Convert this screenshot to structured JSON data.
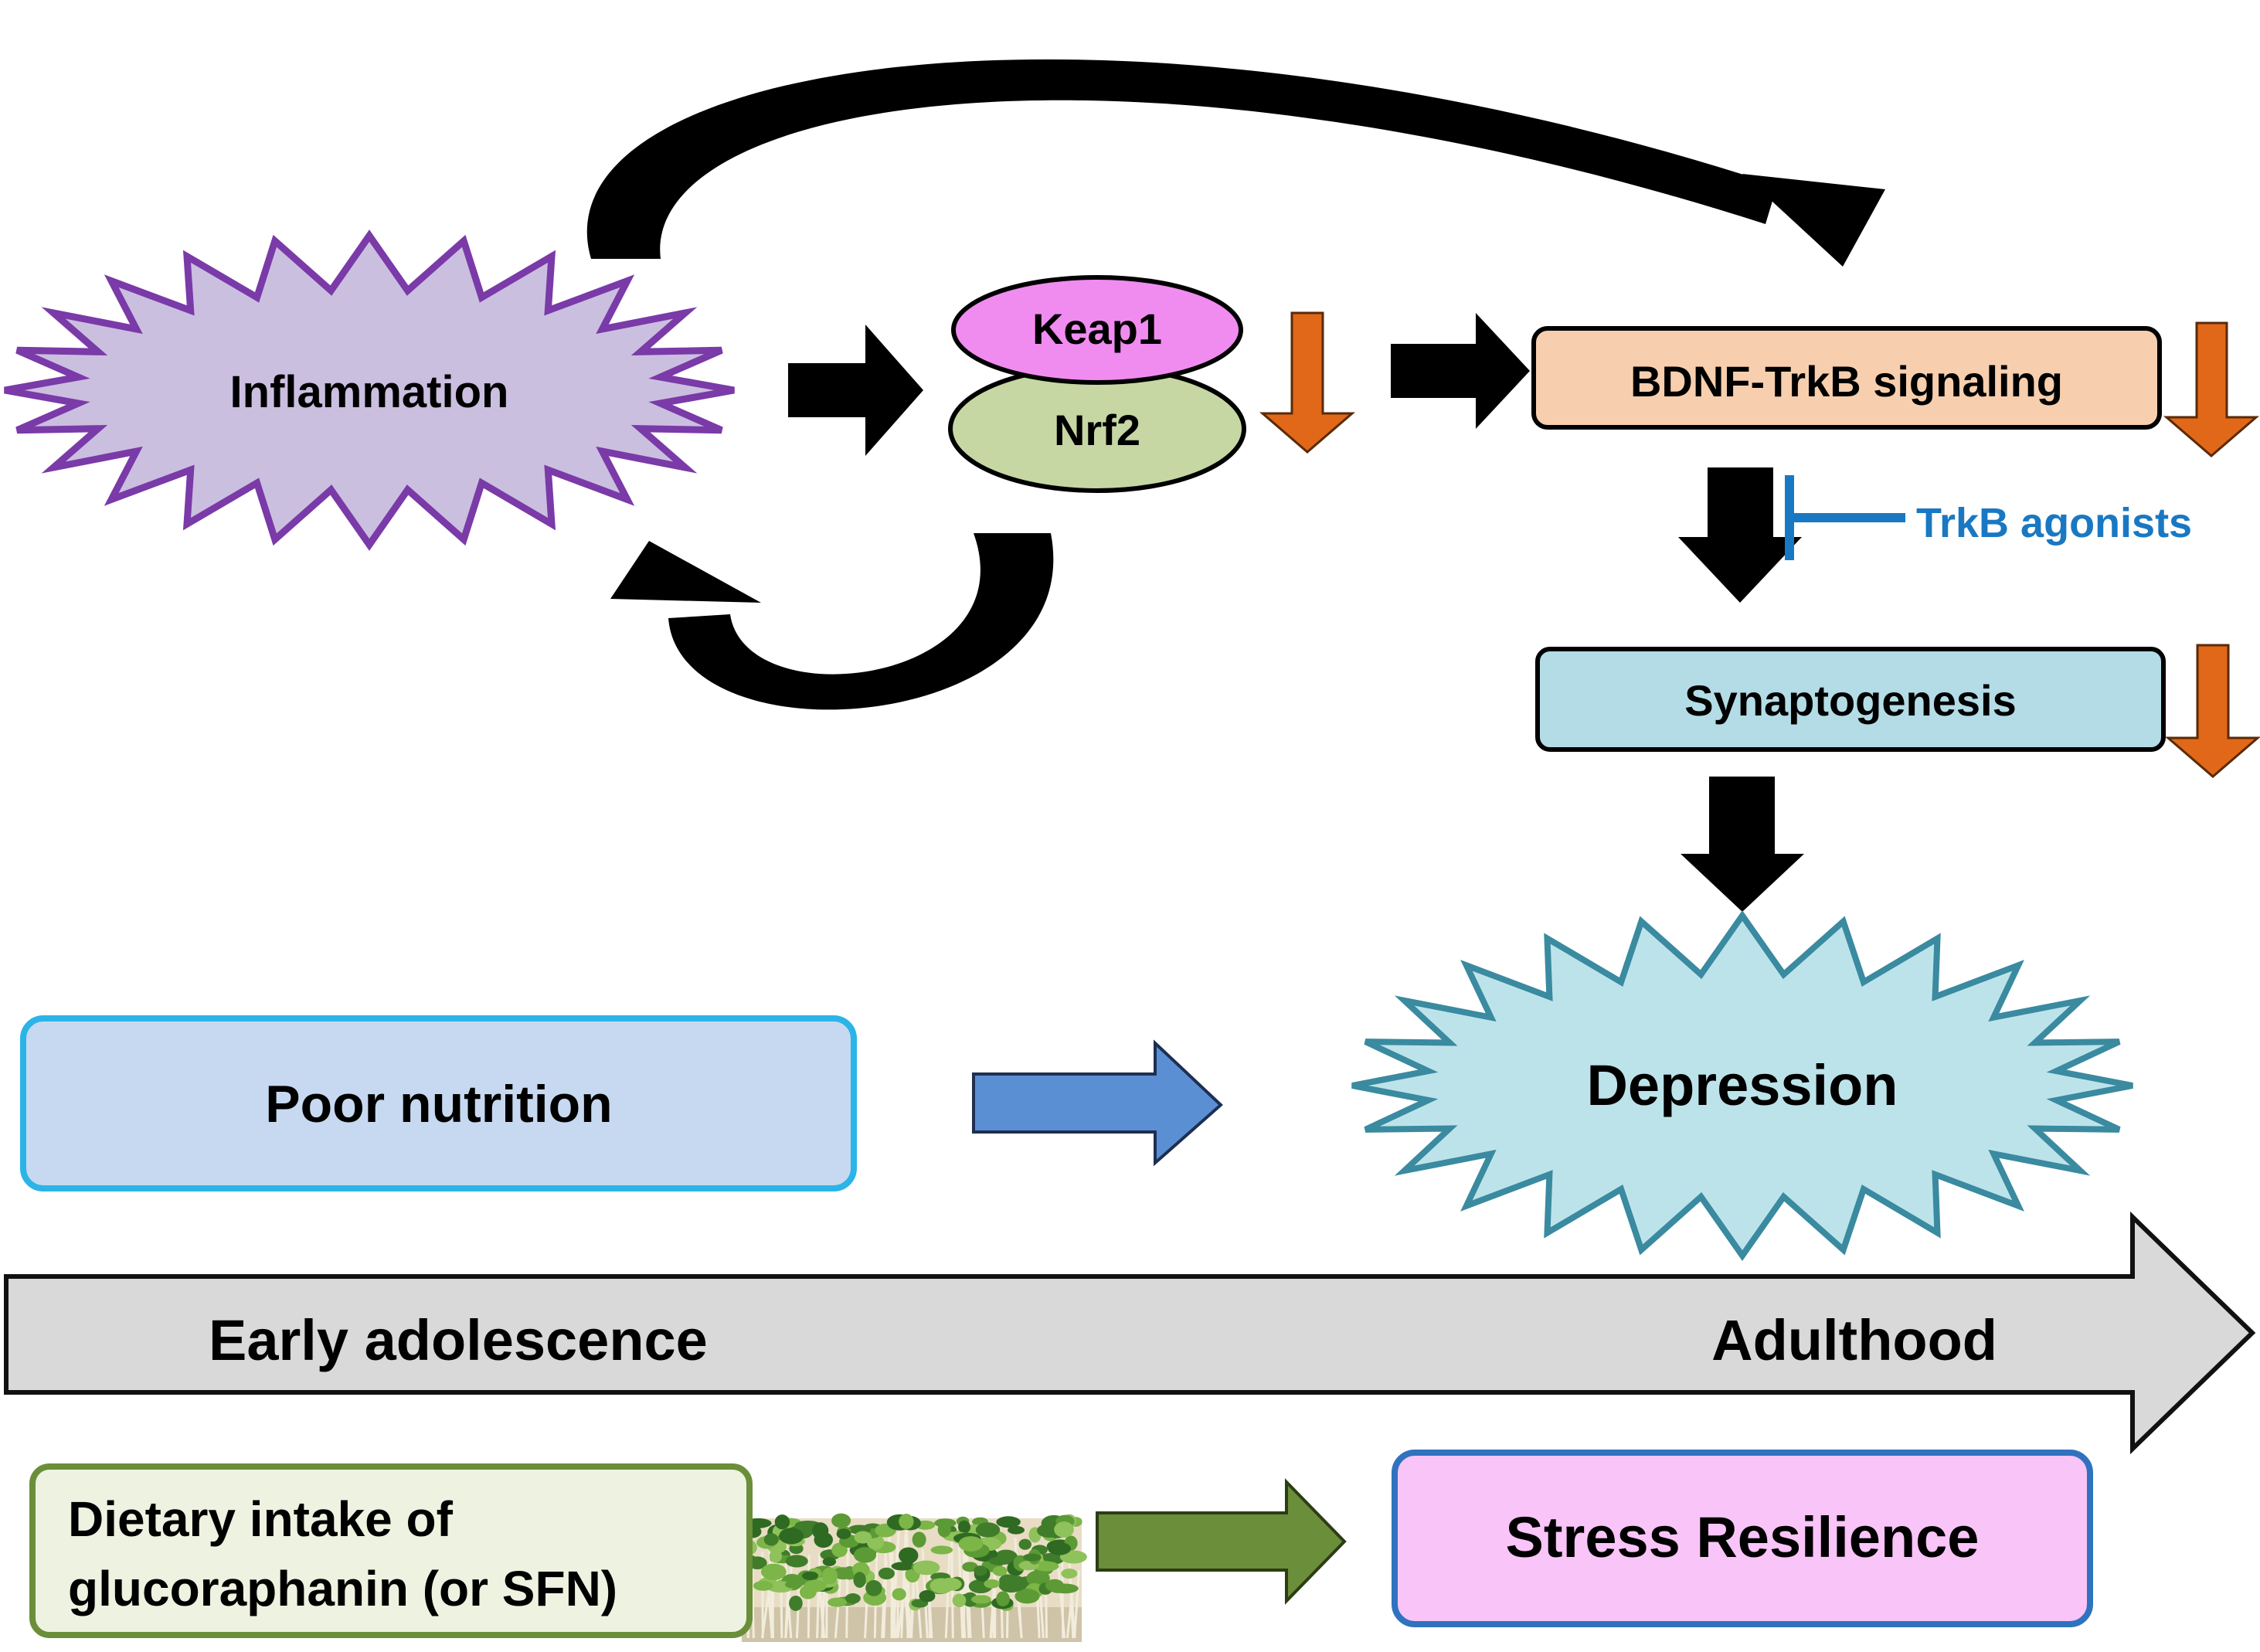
{
  "nodes": {
    "inflammation": "Inflammation",
    "keap1": "Keap1",
    "nrf2": "Nrf2",
    "bdnf": "BDNF-TrkB signaling",
    "trkb_agonists": "TrkB agonists",
    "synaptogenesis": "Synaptogenesis",
    "depression": "Depression",
    "poor_nutrition": "Poor nutrition",
    "early_adolescence": "Early adolescence",
    "adulthood": "Adulthood",
    "dietary_line1": "Dietary intake of",
    "dietary_line2": "glucoraphanin (or SFN)",
    "stress_resilience": "Stress Resilience"
  },
  "icons": {
    "sprouts": "broccoli-sprouts-image",
    "decrease": "down-arrow-icon",
    "inhibit": "inhibition-bar-icon"
  },
  "colors": {
    "inflammation_fill": "#cbbfe0",
    "inflammation_stroke": "#7a3aa8",
    "keap1_fill": "#f08cf0",
    "nrf2_fill": "#c6d7a3",
    "bdnf_fill": "#f7cfae",
    "synaptogenesis_fill": "#b3dce6",
    "depression_fill": "#bde3ea",
    "depression_stroke": "#3a8aa0",
    "poor_nutrition_fill": "#c7d9f0",
    "poor_nutrition_stroke": "#2bb4e8",
    "blue_arrow": "#5b8fd4",
    "timeline_fill": "#d9d9d9",
    "dietary_fill": "#eef2e0",
    "dietary_stroke": "#6a8e3a",
    "green_arrow": "#6a8e3a",
    "stress_fill": "#f9c4f7",
    "stress_stroke": "#2f72bf",
    "decrease_arrow": "#e06818",
    "agonist_blue": "#1a78c2"
  }
}
